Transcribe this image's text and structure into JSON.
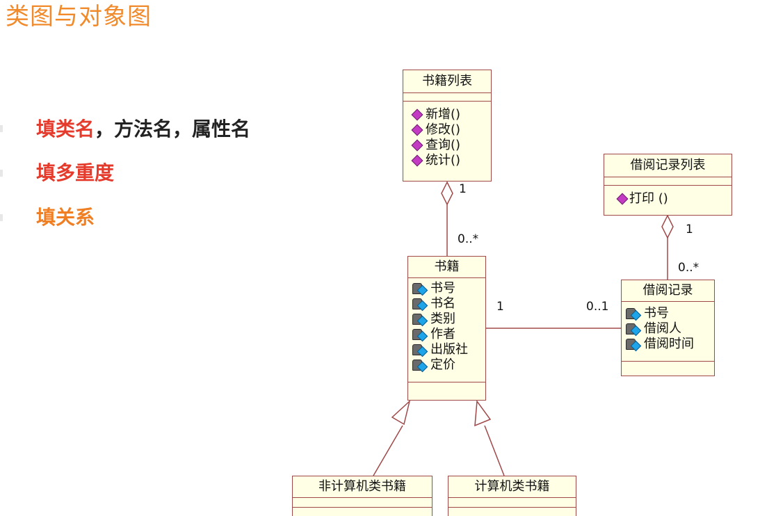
{
  "title": "类图与对象图",
  "bullets": {
    "line1_part1": "填类名",
    "line1_part2": "，方法名，属性名",
    "line2": "填多重度",
    "line3": "填关系"
  },
  "colors": {
    "title": "#f08a2a",
    "bullet_red": "#e53b2c",
    "bullet_orange": "#f07e22",
    "class_fill": "#ffffe6",
    "class_border": "#a04848"
  },
  "classes": {
    "book_list": {
      "name": "书籍列表",
      "operations": [
        "新增()",
        "修改()",
        "查询()",
        "统计()"
      ]
    },
    "borrow_list": {
      "name": "借阅记录列表",
      "operations": [
        "打印 ()"
      ]
    },
    "book": {
      "name": "书籍",
      "attributes": [
        "书号",
        "书名",
        "类别",
        "作者",
        "出版社",
        "定价"
      ]
    },
    "borrow_record": {
      "name": "借阅记录",
      "attributes": [
        "书号",
        "借阅人",
        "借阅时间"
      ]
    },
    "non_computer_book": {
      "name": "非计算机类书籍"
    },
    "computer_book": {
      "name": "计算机类书籍"
    }
  },
  "multiplicities": {
    "booklist_book_top": "1",
    "booklist_book_bottom": "0..*",
    "borrowlist_record_top": "1",
    "borrowlist_record_bottom": "0..*",
    "book_record_left": "1",
    "book_record_right": "0..1"
  },
  "icons": {
    "operation": "magenta-diamond-icon",
    "attribute": "lock-attribute-icon"
  }
}
